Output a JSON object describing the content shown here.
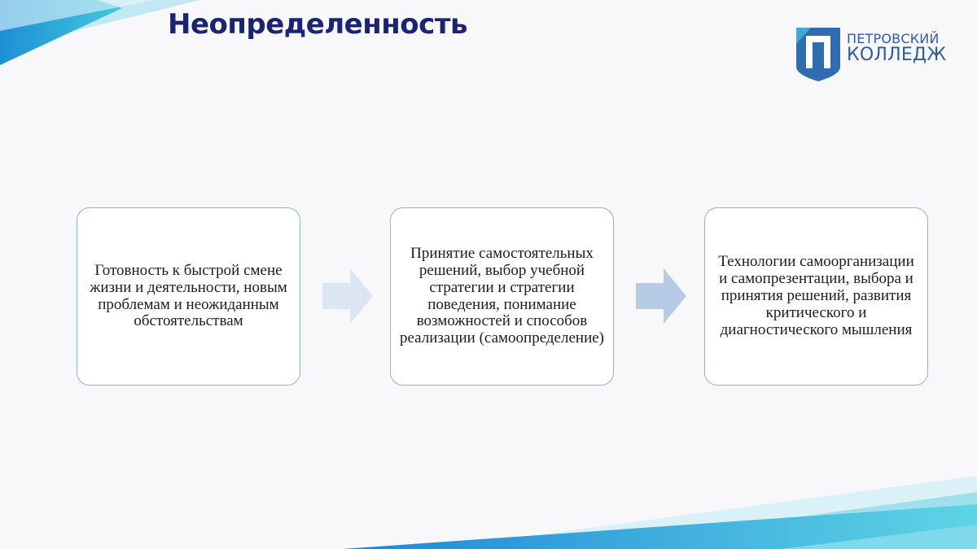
{
  "title": "Неопределенность",
  "logo": {
    "line1": "ПЕТРОВСКИЙ",
    "line2": "КОЛЛЕДЖ",
    "icon": "petrovsky-shield-icon"
  },
  "steps": [
    {
      "text": "Готовность к быстрой смене жизни и деятельности, новым проблемам и неожиданным обстоятельствам"
    },
    {
      "text": "Принятие самостоятельных решений, выбор учебной стратегии и стратегии поведения, понимание возможностей и способов реализации (самоопределение)"
    },
    {
      "text": "Технологии самоорганизации и самопрезентации, выбора и принятия решений, развития критического и диагностического мышления"
    }
  ],
  "colors": {
    "title": "#1a2375",
    "logo_blue": "#2f6db0",
    "box_border": "#8db3d9",
    "arrow1": "#dce6f3",
    "arrow2": "#b7cbe6",
    "accent_cyan": "#3fc1d9"
  }
}
